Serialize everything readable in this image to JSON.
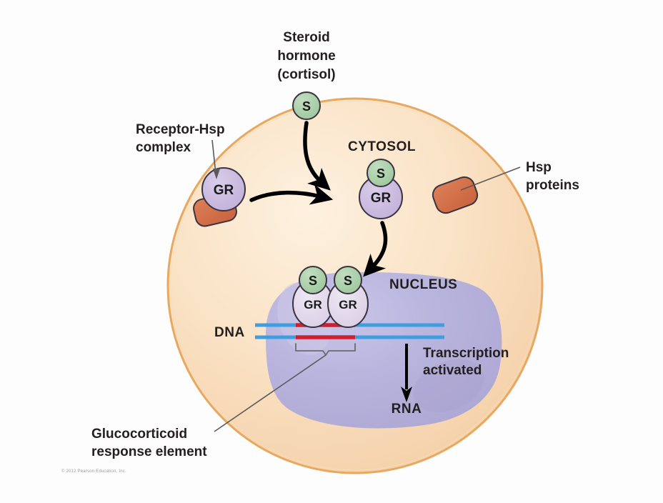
{
  "figure": {
    "title_label": "Steroid hormone (cortisol)",
    "credit": "© 2012 Pearson Education, Inc."
  },
  "callouts": {
    "steroid_hormone": {
      "line1": "Steroid",
      "line2": "hormone",
      "line3": "(cortisol)"
    },
    "receptor_hsp": {
      "line1": "Receptor-Hsp",
      "line2": "complex"
    },
    "hsp_proteins": {
      "line1": "Hsp",
      "line2": "proteins"
    },
    "gre": {
      "line1": "Glucocorticoid",
      "line2": "response element"
    }
  },
  "regions": {
    "cytosol": "CYTOSOL",
    "nucleus": "NUCLEUS"
  },
  "molecules": {
    "steroid_symbol": "S",
    "receptor_symbol": "GR",
    "dna_label": "DNA",
    "rna_label": "RNA"
  },
  "process": {
    "transcription_line1": "Transcription",
    "transcription_line2": "activated"
  },
  "colors": {
    "background": "#fdfdfd",
    "cell_fill": "#fae0c0",
    "cell_fill_light": "#fdf0dd",
    "cell_outline": "#e8a860",
    "nucleus_fill": "#b3aed8",
    "nucleus_highlight": "#c6c2e4",
    "receptor_purple": "#c9b8dd",
    "receptor_pale": "#ded3e8",
    "steroid_green": "#a8cea8",
    "hsp_orange": "#d4714a",
    "dna_blue": "#3d9fe0",
    "gre_red": "#cf2030",
    "text_dark": "#231f20",
    "leader_gray": "#5a5a5a"
  }
}
